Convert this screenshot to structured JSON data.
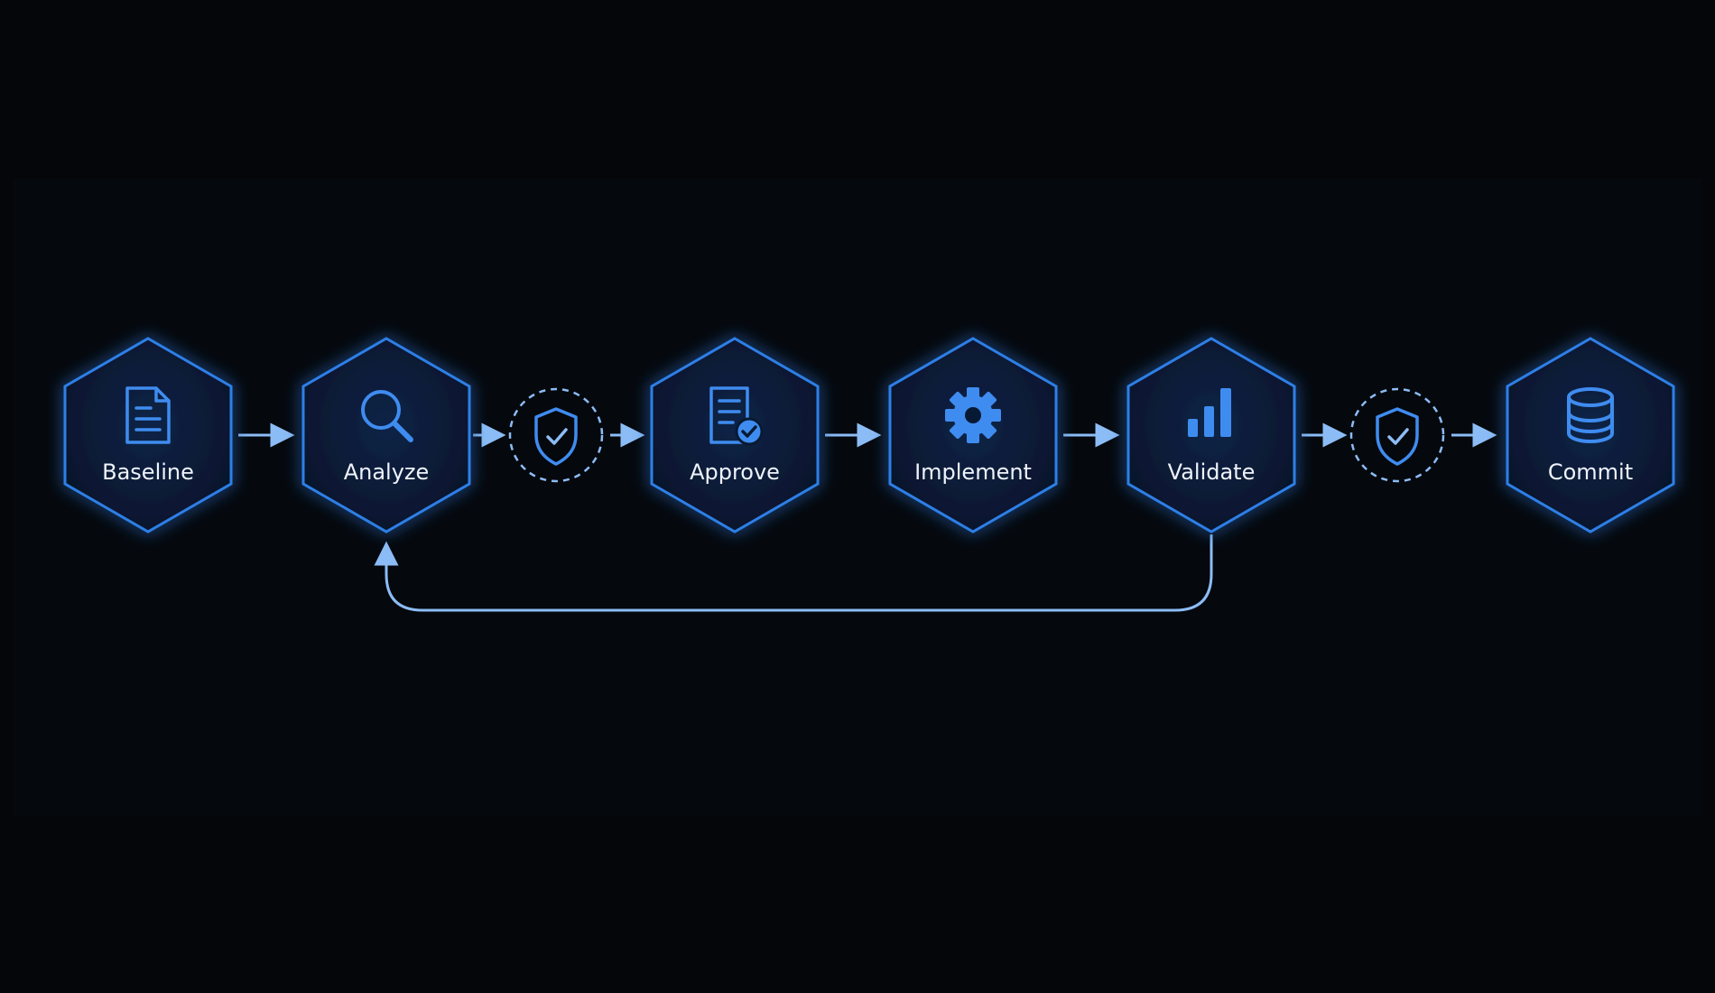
{
  "colors": {
    "background": "#040609",
    "node_fill": "#081a33",
    "node_stroke": "#2f7fe6",
    "glow": "#1f6bff",
    "icon": "#3f8cf0",
    "arrow": "#8cbcf5",
    "text": "#eef3fb"
  },
  "nodes": [
    {
      "id": "baseline",
      "label": "Baseline",
      "icon": "document-icon"
    },
    {
      "id": "analyze",
      "label": "Analyze",
      "icon": "search-icon"
    },
    {
      "id": "approve",
      "label": "Approve",
      "icon": "document-check-icon"
    },
    {
      "id": "implement",
      "label": "Implement",
      "icon": "gear-icon"
    },
    {
      "id": "validate",
      "label": "Validate",
      "icon": "bar-chart-icon"
    },
    {
      "id": "commit",
      "label": "Commit",
      "icon": "database-icon"
    }
  ],
  "gates": [
    {
      "id": "gate-after-analyze",
      "icon": "shield-check-icon"
    },
    {
      "id": "gate-after-validate",
      "icon": "shield-check-icon"
    }
  ],
  "feedback_loop": {
    "from": "validate",
    "to": "analyze"
  }
}
